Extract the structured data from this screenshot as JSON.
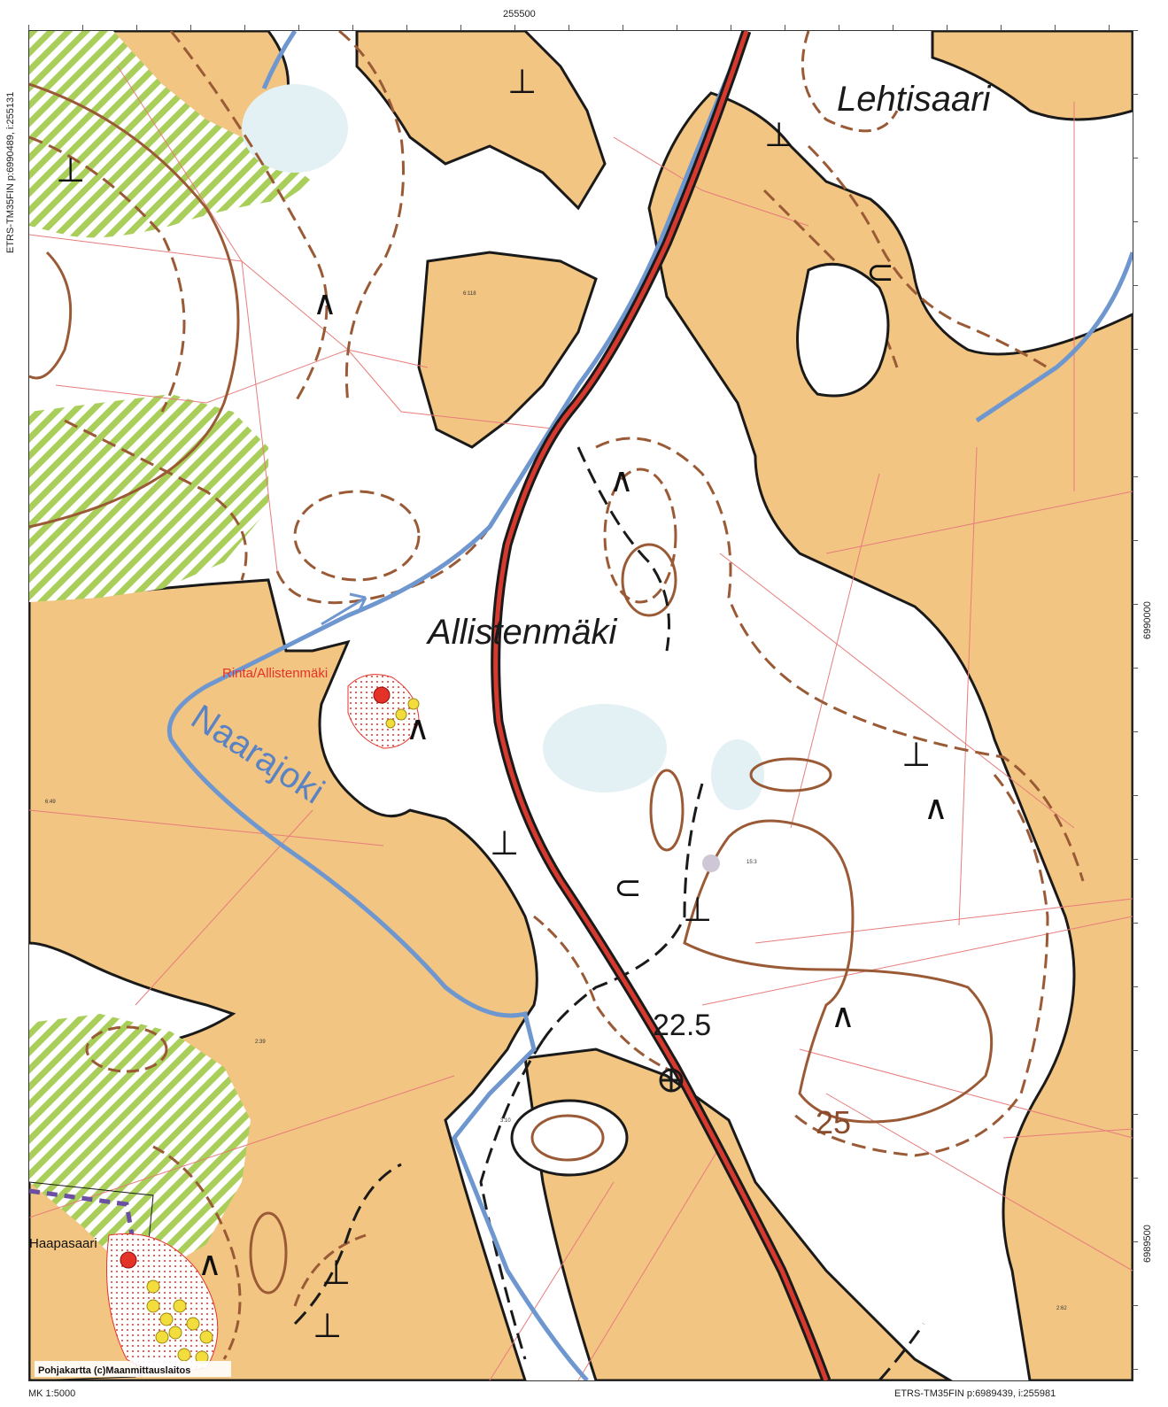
{
  "axes": {
    "top_tick": "255500",
    "left_corner": "ETRS-TM35FIN p:6990489, i:255131",
    "right_tick_upper": "6990000",
    "right_tick_lower": "6989500",
    "bottom_left": "MK 1:5000",
    "bottom_right": "ETRS-TM35FIN p:6989439, i:255981"
  },
  "labels": {
    "lehtisaari": "Lehtisaari",
    "allistenmaki": "Allistenmäki",
    "naarajoki": "Naarajoki",
    "rinta_site": "Rinta/Allistenmäki",
    "haapasaari": "Haapasaari",
    "elevation": "22.5",
    "contour": "25",
    "credit": "Pohjakartta (c)Maanmittauslaitos"
  },
  "parcels": [
    "6:118",
    "6:49",
    "2:39",
    "3:10",
    "15:3",
    "2:62"
  ],
  "symbols": {
    "rock": "⊥",
    "boulder": "∧",
    "pit": "⊂"
  },
  "colors": {
    "land": "#f2c582",
    "open": "#ffffff",
    "field_stripe": "#a9cf5a",
    "river": "#6f97cf",
    "road_outer": "#1a1a1a",
    "road_inner": "#d63a2e",
    "contour": "#9a5a36",
    "site_red": "#e53228",
    "find_yellow": "#f2dd3c",
    "boundary": "#e87c7c"
  }
}
